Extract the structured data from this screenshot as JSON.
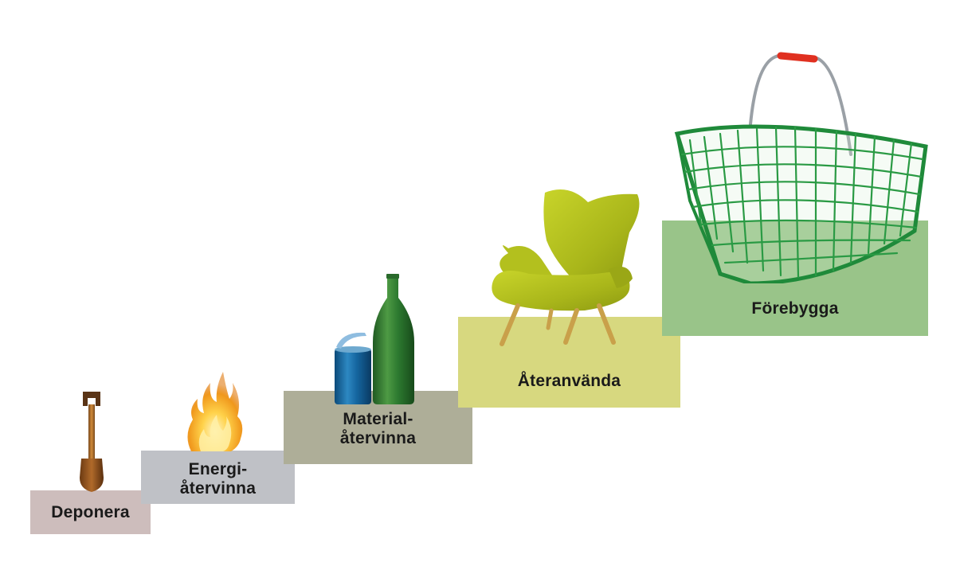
{
  "steps": [
    {
      "line1": "Deponera",
      "line2": "",
      "color": "#cdbdbc",
      "icon": "shovel-icon"
    },
    {
      "line1": "Energi-",
      "line2": "återvinna",
      "color": "#bfc1c6",
      "icon": "fire-icon"
    },
    {
      "line1": "Material-",
      "line2": "återvinna",
      "color": "#aeae98",
      "icon": "can-and-bottle-icon"
    },
    {
      "line1": "Återanvända",
      "line2": "",
      "color": "#d7d87f",
      "icon": "armchair-icon"
    },
    {
      "line1": "Förebygga",
      "line2": "",
      "color": "#99c489",
      "icon": "shopping-basket-icon"
    }
  ]
}
